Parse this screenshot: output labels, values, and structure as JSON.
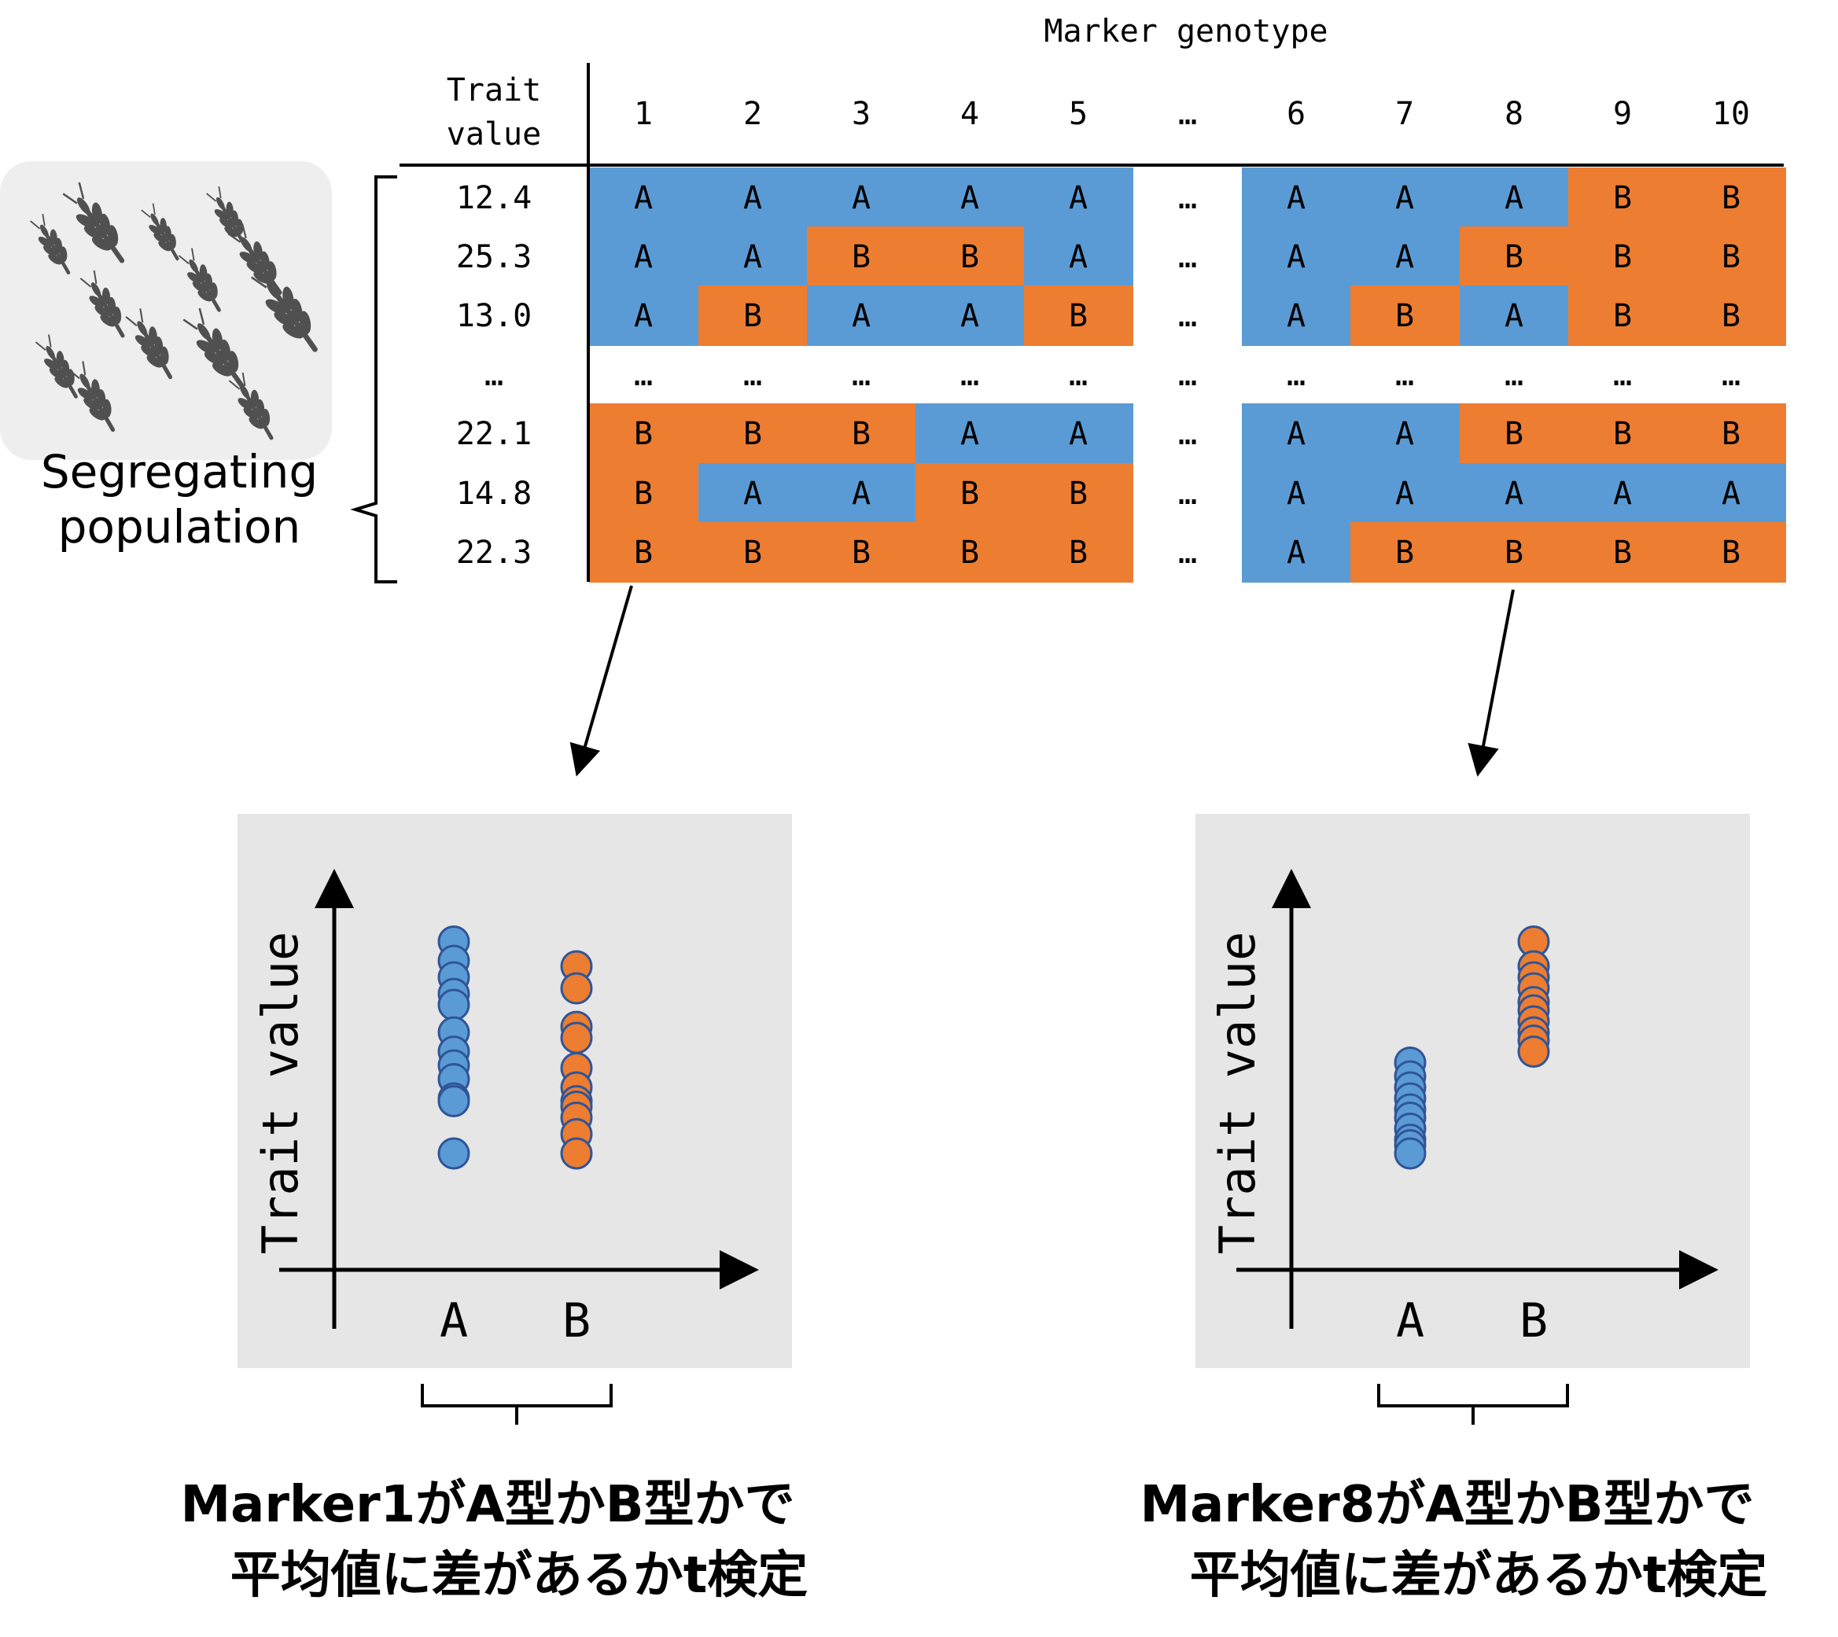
{
  "colors": {
    "A": "#5b9bd5",
    "B": "#ed7d31",
    "panel": "#e6e6e6",
    "pop_box": "#eeeeee",
    "ink": "#000000",
    "wheat": "#505050"
  },
  "icon": "wheat-icon",
  "population_label_line1": "Segregating",
  "population_label_line2": "population",
  "header": {
    "marker_genotype": "Marker genotype",
    "trait_line1": "Trait",
    "trait_line2": "value"
  },
  "markers": [
    "1",
    "2",
    "3",
    "4",
    "5",
    "…",
    "6",
    "7",
    "8",
    "9",
    "10"
  ],
  "ellipsis": "…",
  "rows": [
    {
      "trait": "12.4",
      "genotypes": [
        "A",
        "A",
        "A",
        "A",
        "A",
        "…",
        "A",
        "A",
        "A",
        "B",
        "B"
      ]
    },
    {
      "trait": "25.3",
      "genotypes": [
        "A",
        "A",
        "B",
        "B",
        "A",
        "…",
        "A",
        "A",
        "B",
        "B",
        "B"
      ]
    },
    {
      "trait": "13.0",
      "genotypes": [
        "A",
        "B",
        "A",
        "A",
        "B",
        "…",
        "A",
        "B",
        "A",
        "B",
        "B"
      ]
    },
    {
      "trait": "…",
      "genotypes": [
        "…",
        "…",
        "…",
        "…",
        "…",
        "…",
        "…",
        "…",
        "…",
        "…",
        "…"
      ]
    },
    {
      "trait": "22.1",
      "genotypes": [
        "B",
        "B",
        "B",
        "A",
        "A",
        "…",
        "A",
        "A",
        "B",
        "B",
        "B"
      ]
    },
    {
      "trait": "14.8",
      "genotypes": [
        "B",
        "A",
        "A",
        "B",
        "B",
        "…",
        "A",
        "A",
        "A",
        "A",
        "A"
      ]
    },
    {
      "trait": "22.3",
      "genotypes": [
        "B",
        "B",
        "B",
        "B",
        "B",
        "…",
        "A",
        "B",
        "B",
        "B",
        "B"
      ]
    }
  ],
  "plots": [
    {
      "ylabel": "Trait value",
      "categories": [
        "A",
        "B"
      ],
      "points_A": [
        0.95,
        0.88,
        0.82,
        0.76,
        0.72,
        0.62,
        0.55,
        0.5,
        0.45,
        0.38,
        0.37,
        0.18
      ],
      "points_B": [
        0.86,
        0.78,
        0.64,
        0.6,
        0.49,
        0.42,
        0.37,
        0.35,
        0.31,
        0.25,
        0.18
      ],
      "caption_line1": "Marker1がA型かB型かで",
      "caption_line2": "平均値に差があるかt検定"
    },
    {
      "ylabel": "Trait value",
      "categories": [
        "A",
        "B"
      ],
      "points_A": [
        0.51,
        0.46,
        0.42,
        0.38,
        0.34,
        0.31,
        0.27,
        0.23,
        0.21,
        0.18
      ],
      "points_B": [
        0.95,
        0.86,
        0.82,
        0.78,
        0.73,
        0.7,
        0.66,
        0.62,
        0.59,
        0.55
      ],
      "caption_line1": "Marker8がA型かB型かで",
      "caption_line2": "平均値に差があるかt検定"
    }
  ]
}
